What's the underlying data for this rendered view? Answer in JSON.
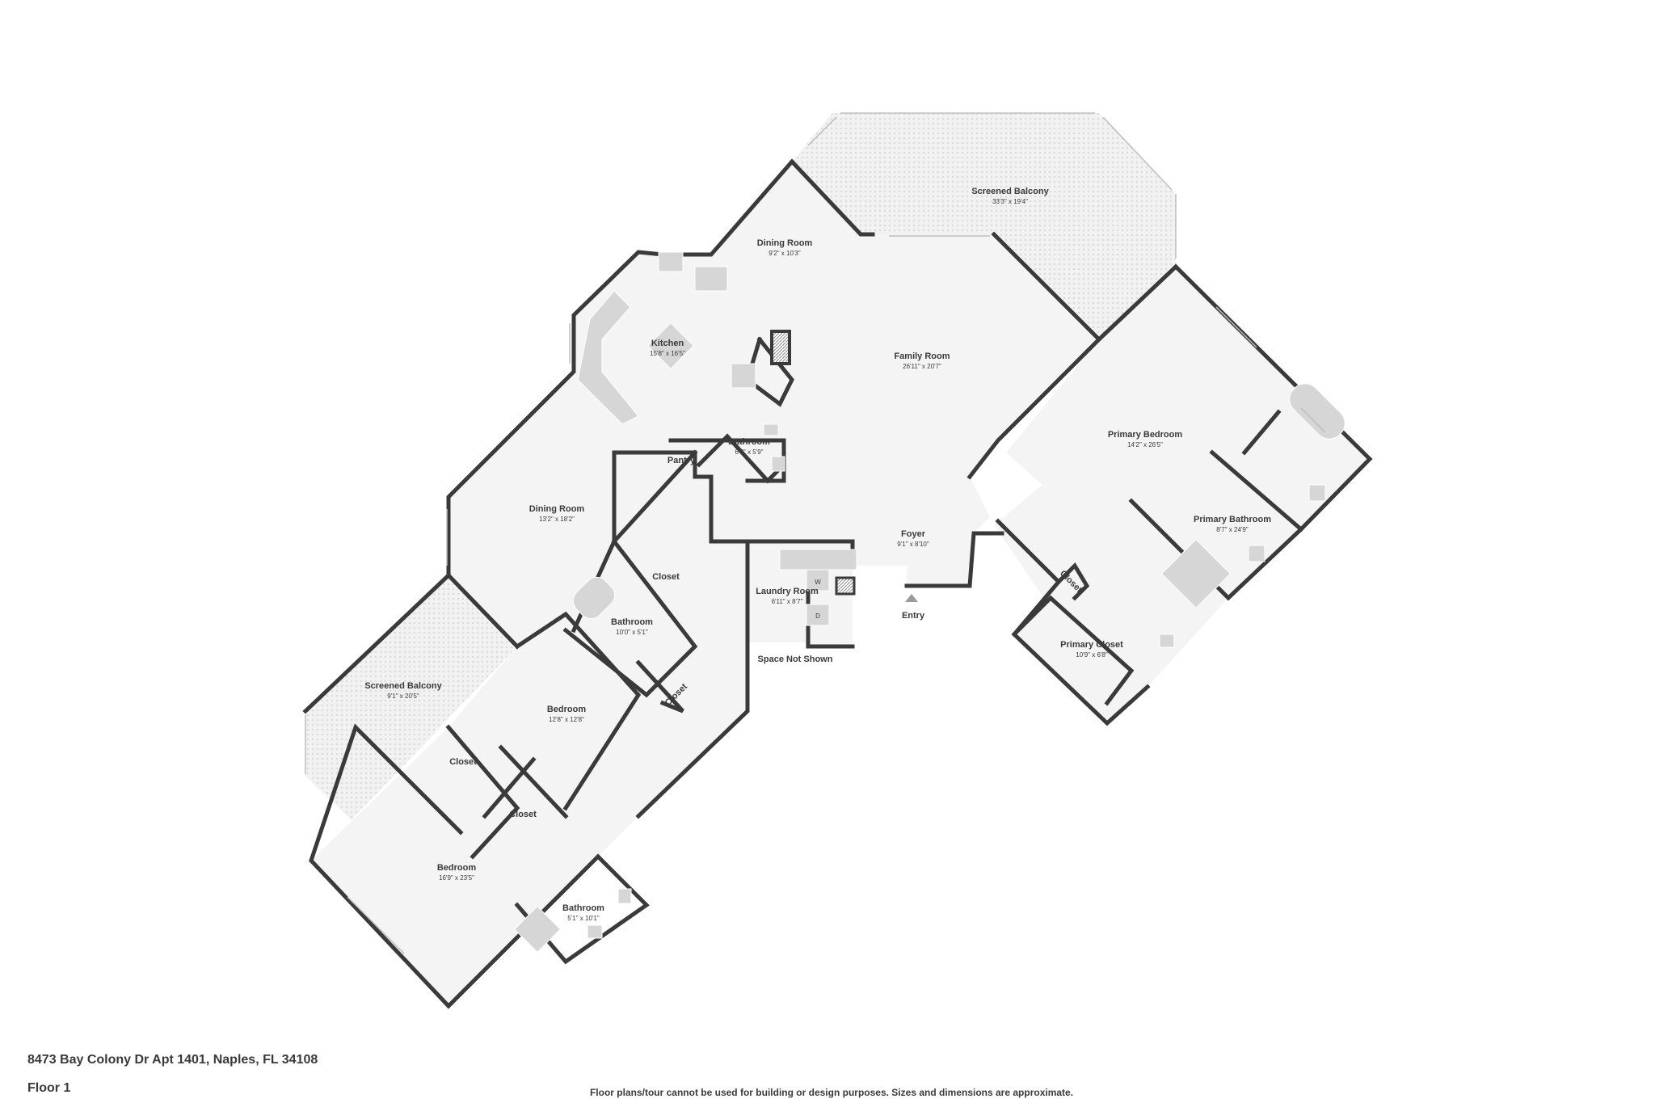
{
  "rooms": {
    "screened_balcony_top": {
      "name": "Screened Balcony",
      "dim": "33'3\" x 19'4\""
    },
    "dining_room_top": {
      "name": "Dining Room",
      "dim": "9'2\" x 10'3\""
    },
    "kitchen": {
      "name": "Kitchen",
      "dim": "15'8\" x 16'5\""
    },
    "family_room": {
      "name": "Family Room",
      "dim": "26'11\" x 20'7\""
    },
    "bathroom_center": {
      "name": "Bathroom",
      "dim": "6'3\" x 5'9\""
    },
    "pantry": {
      "name": "Pantry"
    },
    "primary_bedroom": {
      "name": "Primary Bedroom",
      "dim": "14'2\" x 26'5\""
    },
    "primary_bathroom": {
      "name": "Primary Bathroom",
      "dim": "8'7\" x 24'9\""
    },
    "dining_room_main": {
      "name": "Dining Room",
      "dim": "13'2\" x 18'2\""
    },
    "foyer": {
      "name": "Foyer",
      "dim": "9'1\" x 8'10\""
    },
    "closet_a": {
      "name": "Closet"
    },
    "laundry_room": {
      "name": "Laundry Room",
      "dim": "6'11\" x 8'7\""
    },
    "entry": {
      "name": "Entry"
    },
    "closet_primary_small": {
      "name": "Closet"
    },
    "bathroom_west": {
      "name": "Bathroom",
      "dim": "10'0\" x 5'1\""
    },
    "primary_closet": {
      "name": "Primary Closet",
      "dim": "10'9\" x 6'8\""
    },
    "space_not_shown": {
      "name": "Space Not Shown"
    },
    "screened_balcony_west": {
      "name": "Screened Balcony",
      "dim": "9'1\" x 20'5\""
    },
    "closet_b": {
      "name": "Closet"
    },
    "bedroom_mid": {
      "name": "Bedroom",
      "dim": "12'8\" x 12'8\""
    },
    "closet_c": {
      "name": "Closet"
    },
    "closet_d": {
      "name": "Closet"
    },
    "bedroom_bottom": {
      "name": "Bedroom",
      "dim": "16'9\" x 23'5\""
    },
    "bathroom_bottom": {
      "name": "Bathroom",
      "dim": "5'1\" x 10'1\""
    }
  },
  "appliances": {
    "washer": "W",
    "dryer": "D"
  },
  "footer": {
    "address": "8473 Bay Colony Dr Apt 1401, Naples, FL 34108",
    "floor": "Floor 1",
    "disclaimer": "Floor plans/tour cannot be used for building or design purposes. Sizes and dimensions are approximate."
  },
  "colors": {
    "wall": "#3a3a3a",
    "floor": "#f4f4f4",
    "fixture": "#d6d6d6"
  }
}
